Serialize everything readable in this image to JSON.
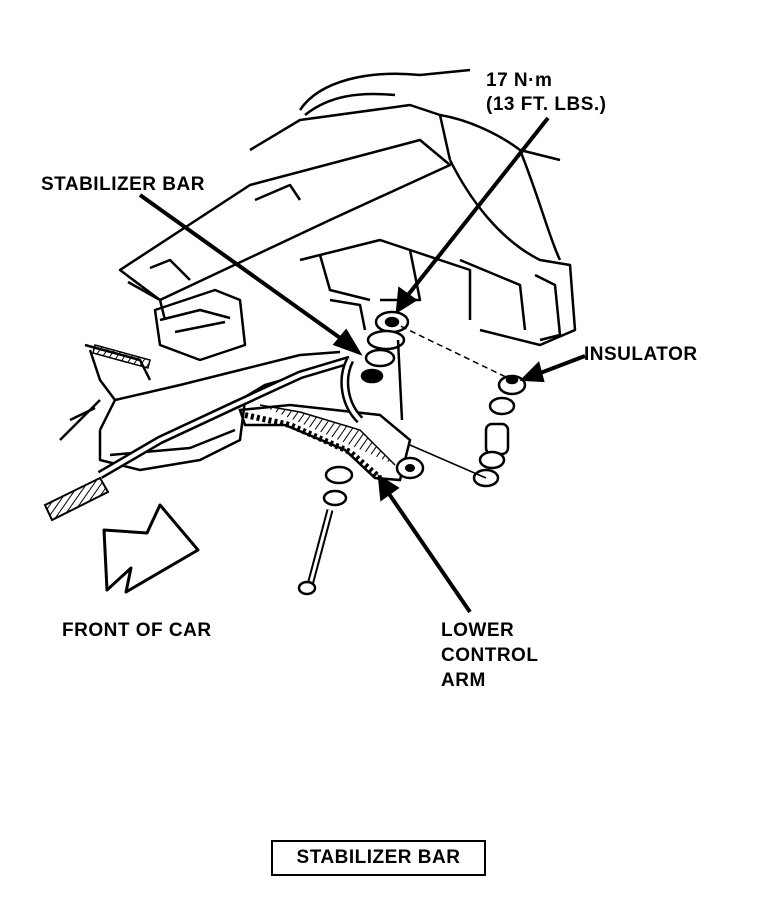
{
  "labels": {
    "torque_line1": "17 N·m",
    "torque_line2": "(13 FT. LBS.)",
    "stabilizer_bar": "STABILIZER BAR",
    "insulator": "INSULATOR",
    "front_of_car": "FRONT OF CAR",
    "lower_control_arm_line1": "LOWER",
    "lower_control_arm_line2": "CONTROL",
    "lower_control_arm_line3": "ARM"
  },
  "caption": "STABILIZER BAR"
}
